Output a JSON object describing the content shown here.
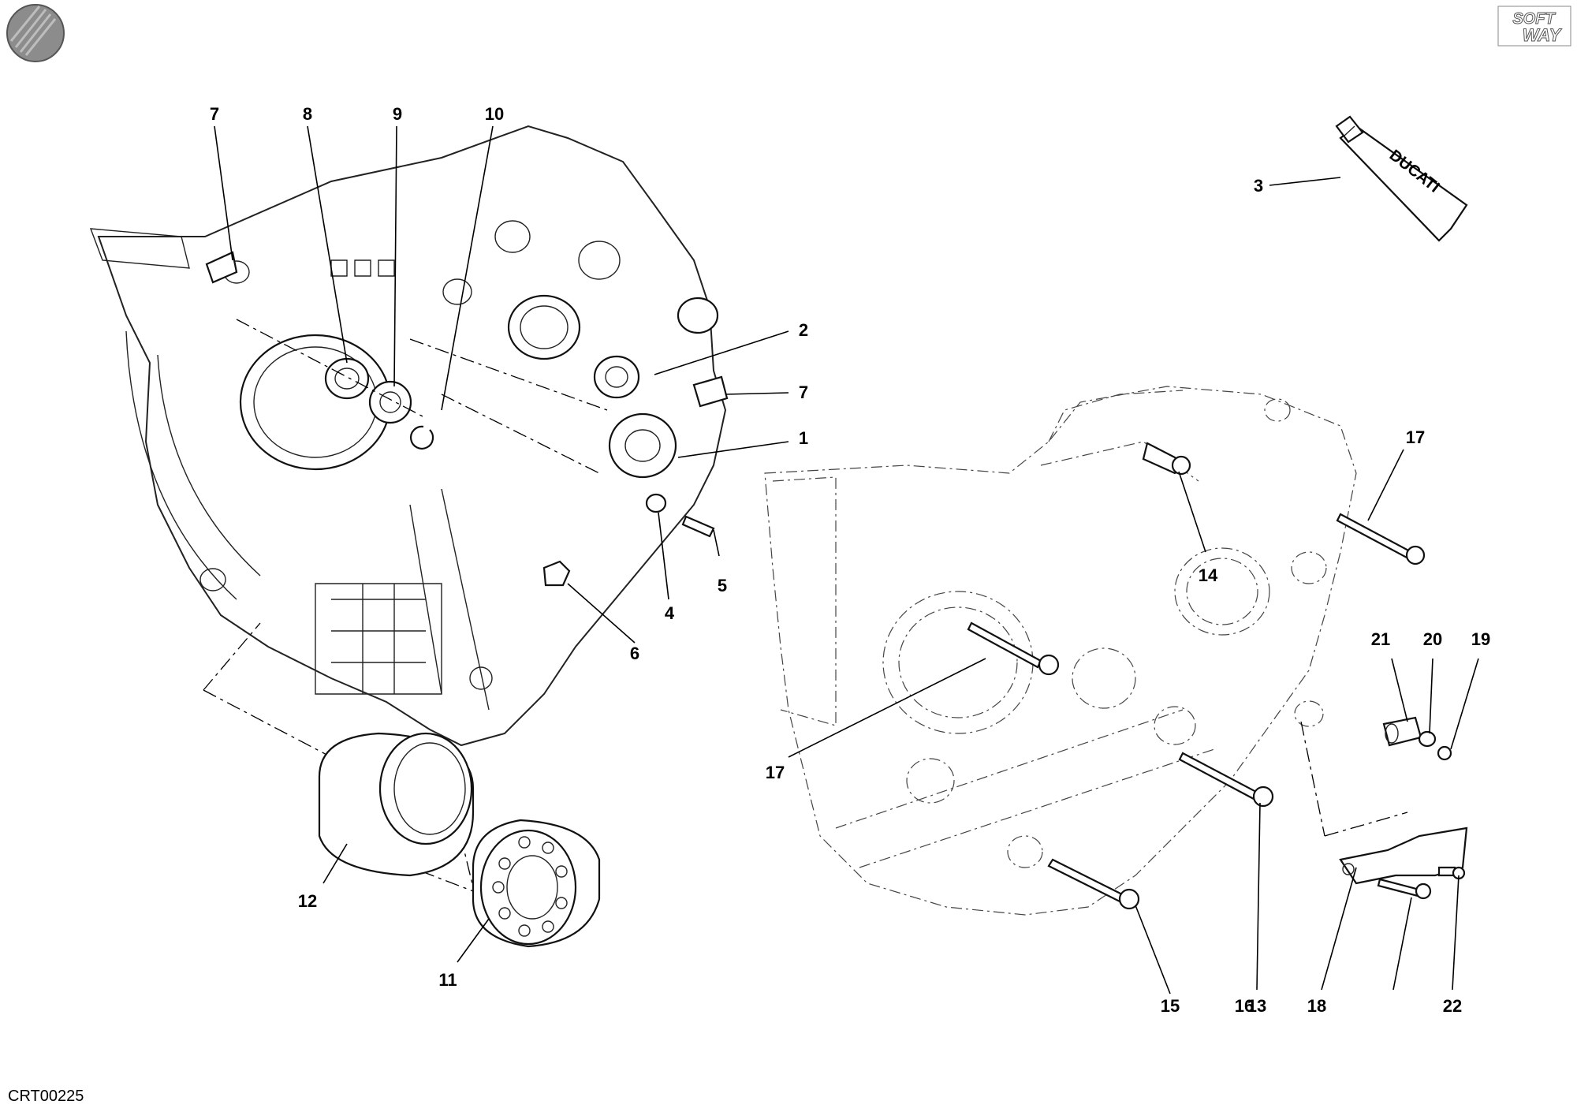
{
  "logo": {
    "text": "SOFT WAY",
    "line1": "SOFT",
    "line2": "WAY"
  },
  "diagram_code": "CRT00225",
  "tube_label": "DUCATI",
  "callouts": [
    "1",
    "2",
    "3",
    "4",
    "5",
    "6",
    "7",
    "8",
    "9",
    "10",
    "11",
    "12",
    "13",
    "14",
    "15",
    "16",
    "17",
    "18",
    "19",
    "20",
    "21",
    "22"
  ]
}
